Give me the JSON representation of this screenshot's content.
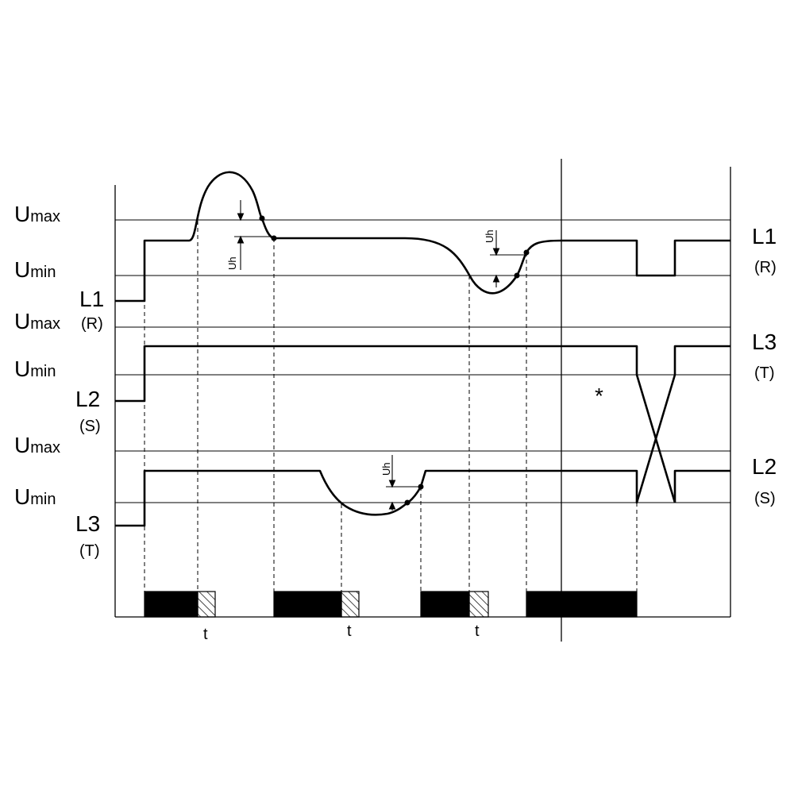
{
  "labels": {
    "u_max": "U",
    "u_max_sub": "max",
    "u_min": "U",
    "u_min_sub": "min",
    "phase_l1": "L1",
    "phase_l1_paren": "(R)",
    "phase_l2": "L2",
    "phase_l2_paren": "(S)",
    "phase_l3": "L3",
    "phase_l3_paren": "(T)",
    "hysteresis": "Uh",
    "delay": "t",
    "asterisk": "*"
  },
  "colors": {
    "line": "#000000",
    "relay_on": "#000000",
    "background": "#ffffff"
  }
}
